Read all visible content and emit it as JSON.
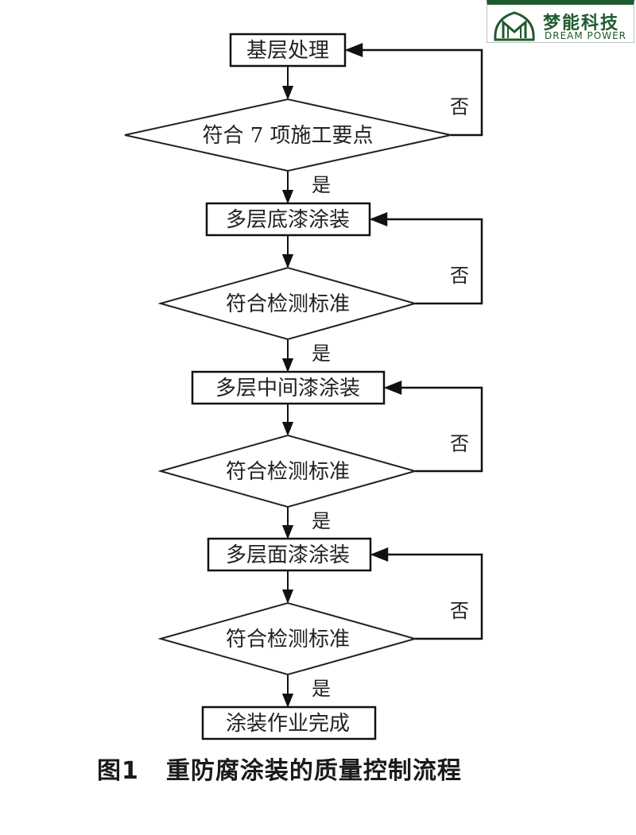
{
  "logo": {
    "name_cn": "梦能科技",
    "name_en": "DREAM POWER",
    "brand_color": "#1f5a2e"
  },
  "flowchart": {
    "nodes": [
      {
        "id": "n1",
        "type": "process",
        "label": "基层处理"
      },
      {
        "id": "d1",
        "type": "decision",
        "label": "符合 7 项施工要点"
      },
      {
        "id": "n2",
        "type": "process",
        "label": "多层底漆涂装"
      },
      {
        "id": "d2",
        "type": "decision",
        "label": "符合检测标准"
      },
      {
        "id": "n3",
        "type": "process",
        "label": "多层中间漆涂装"
      },
      {
        "id": "d3",
        "type": "decision",
        "label": "符合检测标准"
      },
      {
        "id": "n4",
        "type": "process",
        "label": "多层面漆涂装"
      },
      {
        "id": "d4",
        "type": "decision",
        "label": "符合检测标准"
      },
      {
        "id": "n5",
        "type": "process",
        "label": "涂装作业完成"
      }
    ],
    "edges": [
      {
        "from": "n1",
        "to": "d1",
        "label": ""
      },
      {
        "from": "d1",
        "to": "n2",
        "label": "是"
      },
      {
        "from": "d1",
        "to": "n1",
        "label": "否"
      },
      {
        "from": "n2",
        "to": "d2",
        "label": ""
      },
      {
        "from": "d2",
        "to": "n3",
        "label": "是"
      },
      {
        "from": "d2",
        "to": "n2",
        "label": "否"
      },
      {
        "from": "n3",
        "to": "d3",
        "label": ""
      },
      {
        "from": "d3",
        "to": "n4",
        "label": "是"
      },
      {
        "from": "d3",
        "to": "n3",
        "label": "否"
      },
      {
        "from": "n4",
        "to": "d4",
        "label": ""
      },
      {
        "from": "d4",
        "to": "n5",
        "label": "是"
      },
      {
        "from": "d4",
        "to": "n4",
        "label": "否"
      }
    ]
  },
  "caption": {
    "number": "图1",
    "title": "重防腐涂装的质量控制流程"
  }
}
